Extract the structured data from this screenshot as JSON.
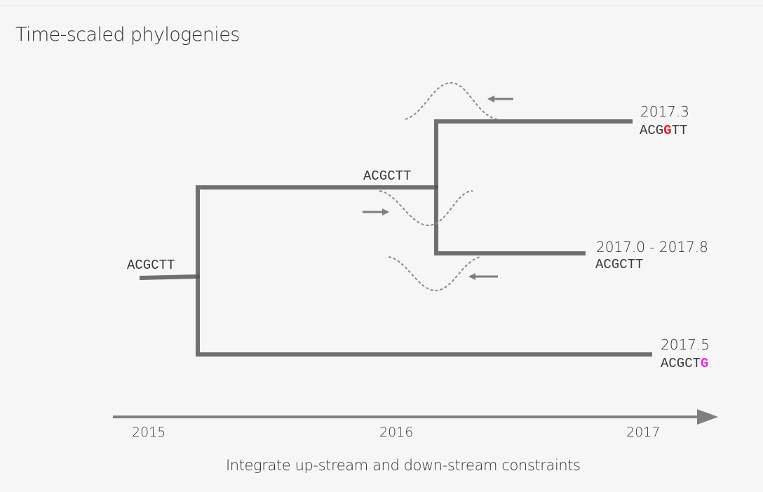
{
  "title": "Time-scaled phylogenies",
  "caption": "Integrate up-stream and down-stream constraints",
  "axis": {
    "ticks": [
      "2015",
      "2016",
      "2017"
    ]
  },
  "internal_nodes": {
    "root_seq": "ACGCTT",
    "inner_seq": "ACGCTT"
  },
  "tips": [
    {
      "date": "2017.3",
      "seq_prefix": "ACG",
      "seq_mutation": "G",
      "seq_suffix": "TT",
      "mutation_color": "#ee1c24"
    },
    {
      "date": "2017.0 - 2017.8",
      "seq_prefix": "ACGCTT",
      "seq_mutation": "",
      "seq_suffix": ""
    },
    {
      "date": "2017.5",
      "seq_prefix": "ACGCT",
      "seq_mutation": "G",
      "seq_suffix": "",
      "mutation_color": "#ee22ee"
    }
  ],
  "colors": {
    "branch": "#6f6f6f",
    "constraint_curve": "#8a8a8a",
    "arrow": "#7f7f7f"
  }
}
